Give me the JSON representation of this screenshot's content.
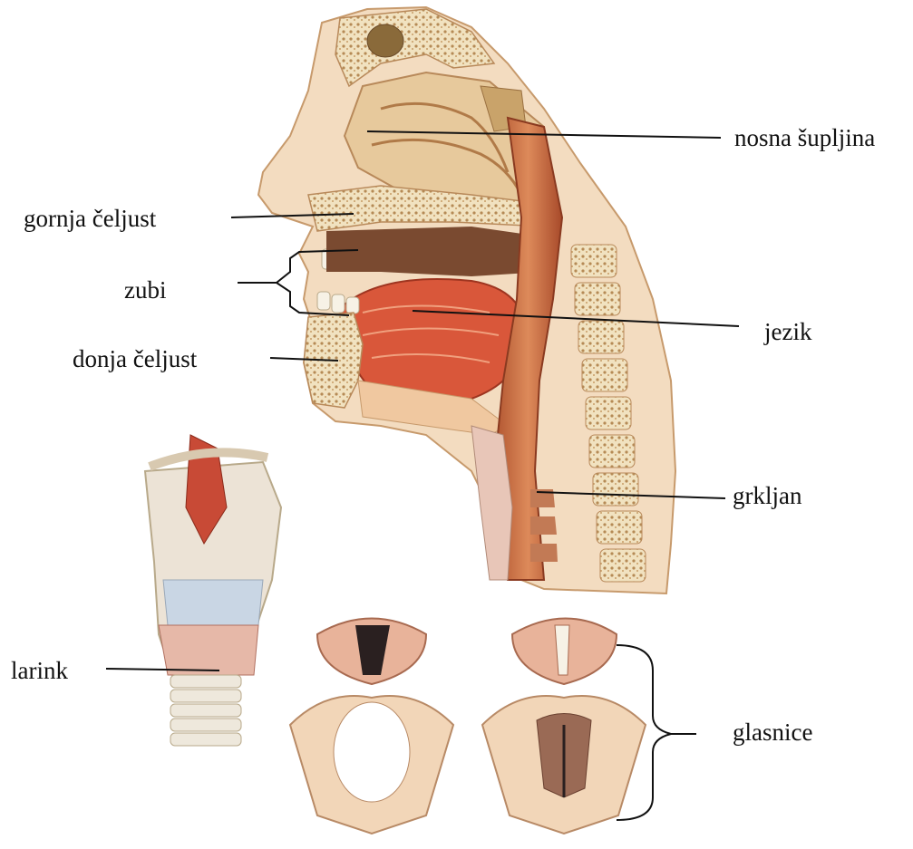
{
  "labels": {
    "nosna_supljina": "nosna šupljina",
    "gornja_celjust": "gornja čeljust",
    "zubi": "zubi",
    "jezik": "jezik",
    "donja_celjust": "donja čeljust",
    "grkljan": "grkljan",
    "larink": "larink",
    "glasnice": "glasnice"
  },
  "colors": {
    "skin": "#f3dcc0",
    "bone": "#efe2c4",
    "muscle": "#c8502e",
    "tongue": "#d9573a",
    "cavity": "#8a5a3a",
    "line": "#111111"
  }
}
